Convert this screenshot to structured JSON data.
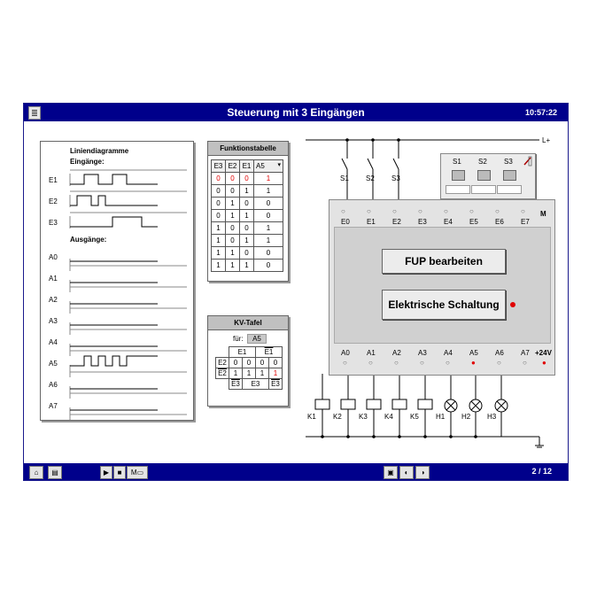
{
  "window": {
    "title": "Steuerung mit 3 Eingängen",
    "clock": "10:57:22",
    "page": "2 / 12"
  },
  "diagram": {
    "heading1": "Liniendiagramme",
    "heading2": "Eingänge:",
    "outputs_heading": "Ausgänge:",
    "inputs": [
      "E1",
      "E2",
      "E3"
    ],
    "outputs": [
      "A0",
      "A1",
      "A2",
      "A3",
      "A4",
      "A5",
      "A6",
      "A7"
    ]
  },
  "function_table": {
    "title": "Funktionstabelle",
    "headers": [
      "E3",
      "E2",
      "E1"
    ],
    "select_value": "A5",
    "rows": [
      [
        0,
        0,
        0,
        1
      ],
      [
        0,
        0,
        1,
        1
      ],
      [
        0,
        1,
        0,
        0
      ],
      [
        0,
        1,
        1,
        0
      ],
      [
        1,
        0,
        0,
        1
      ],
      [
        1,
        0,
        1,
        1
      ],
      [
        1,
        1,
        0,
        0
      ],
      [
        1,
        1,
        1,
        0
      ]
    ]
  },
  "kv": {
    "title": "KV-Tafel",
    "for_label": "für:",
    "for_value": "A5",
    "top": [
      "E1",
      "E1"
    ],
    "row1_label": "E2",
    "row2_label": "E2",
    "row1": [
      "0",
      "0",
      "0",
      "0"
    ],
    "row2": [
      "1",
      "1",
      "1",
      "1"
    ],
    "bottom": [
      "E3",
      "E3",
      "E3"
    ]
  },
  "switches": {
    "labels": [
      "S1",
      "S2",
      "S3"
    ]
  },
  "wiring": {
    "l_plus": "L+",
    "l_plus2": "L+",
    "m": "M",
    "v24": "+24V",
    "switch_labels": [
      "S1",
      "S2",
      "S3"
    ],
    "inputs": [
      "E0",
      "E1",
      "E2",
      "E3",
      "E4",
      "E5",
      "E6",
      "E7"
    ],
    "outputs": [
      "A0",
      "A1",
      "A2",
      "A3",
      "A4",
      "A5",
      "A6",
      "A7"
    ],
    "loads": [
      "K1",
      "K2",
      "K3",
      "K4",
      "K5",
      "H1",
      "H2",
      "H3"
    ]
  },
  "buttons": {
    "fup": "FUP bearbeiten",
    "elec": "Elektrische Schaltung"
  }
}
